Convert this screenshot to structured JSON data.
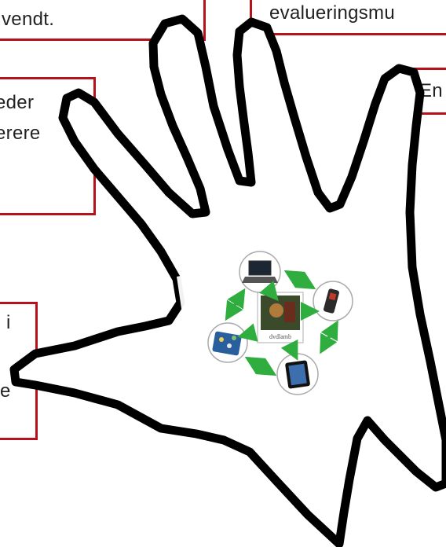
{
  "callouts": [
    {
      "id": "top-left",
      "text": "vendt."
    },
    {
      "id": "top-right",
      "text": "evalueringsmu"
    },
    {
      "id": "right",
      "text": "En"
    },
    {
      "id": "left-upper",
      "lines": [
        "eder",
        "erere"
      ]
    },
    {
      "id": "left-lower",
      "lines": [
        "i",
        "e"
      ]
    }
  ],
  "palm_graphic": {
    "center_card_label": "dvdlamb",
    "devices": [
      "laptop-icon",
      "mobile-phone-icon",
      "tablet-icon",
      "tablet-screen-icon"
    ],
    "arrow_color": "#2fae3f"
  },
  "colors": {
    "callout_border": "#b5121b",
    "hand_outline": "#000000"
  }
}
